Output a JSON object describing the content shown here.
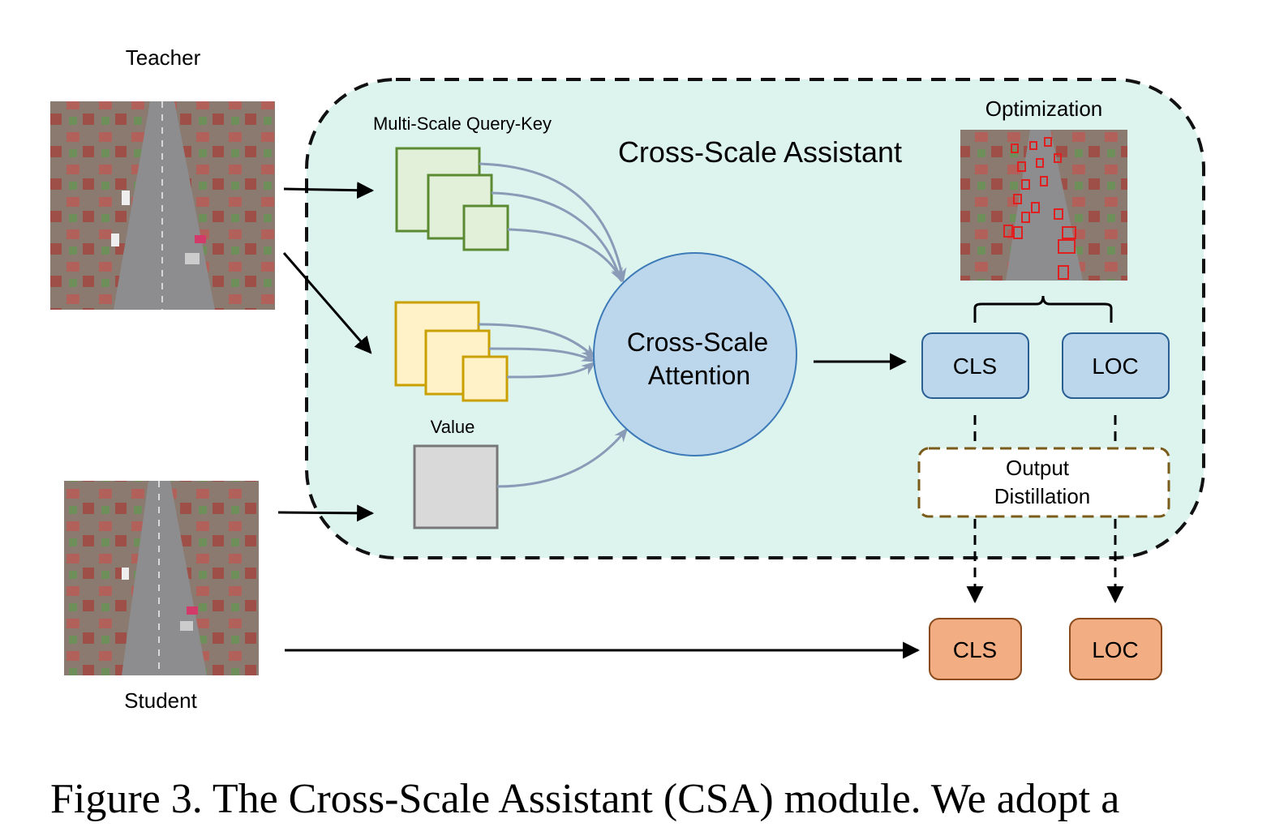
{
  "labels": {
    "teacher": "Teacher",
    "student": "Student",
    "multi_scale_query_key": "Multi-Scale Query-Key",
    "value": "Value",
    "cross_scale_assistant": "Cross-Scale Assistant",
    "attention_line1": "Cross-Scale",
    "attention_line2": "Attention",
    "optimization": "Optimization",
    "cls_inner": "CLS",
    "loc_inner": "LOC",
    "output_line1": "Output",
    "output_line2": "Distillation",
    "cls_student": "CLS",
    "loc_student": "LOC"
  },
  "caption": "Figure 3.  The Cross-Scale Assistant (CSA) module.  We adopt a",
  "colors": {
    "assistant_fill": "#ddf4ee",
    "qk_stroke": "#5b8a32",
    "qk_fill": "#e3f0d9",
    "value_stroke": "#c9a000",
    "value_fill": "#fff2c9",
    "gray_fill": "#d9d9d9",
    "attention_fill": "#bcd6ec",
    "attention_stroke": "#3d7ab8",
    "head_fill": "#bcd6ec",
    "head_stroke": "#2a5f94",
    "student_head_fill": "#f2ae82",
    "student_head_stroke": "#8b4b1c",
    "distill_stroke": "#7a5b1a",
    "curve": "#8a9bb8"
  }
}
